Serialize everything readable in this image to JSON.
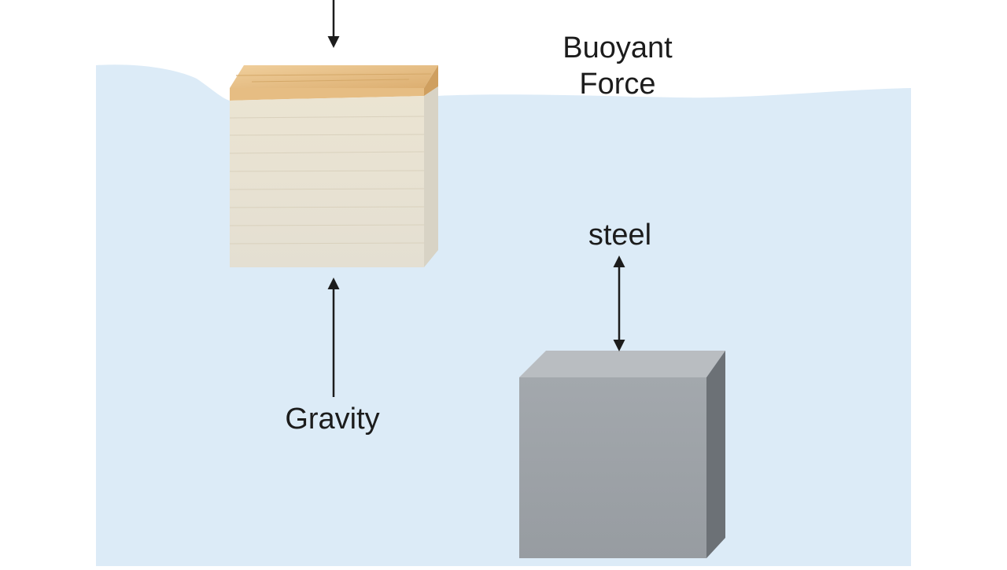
{
  "labels": {
    "buoyant_force_line1": "Buoyant",
    "buoyant_force_line2": "Force",
    "steel": "steel",
    "gravity": "Gravity"
  },
  "colors": {
    "water": "#dcebf7",
    "wood_top": "#e9c48f",
    "wood_body": "#e9e3d2",
    "steel_front": "#9ea3a8",
    "steel_top": "#b9bdc1",
    "steel_side": "#6c7176",
    "arrow": "#1c1c1c"
  },
  "objects": [
    {
      "name": "wood-block",
      "state": "floating"
    },
    {
      "name": "steel-block",
      "state": "submerged"
    }
  ]
}
